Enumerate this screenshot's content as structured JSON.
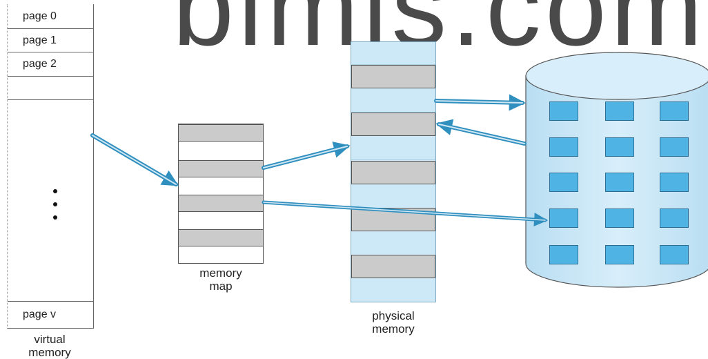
{
  "watermark": "bimls.com",
  "virtual_memory": {
    "pages": [
      "page 0",
      "page 1",
      "page 2"
    ],
    "last_page": "page v",
    "label_line1": "virtual",
    "label_line2": "memory"
  },
  "memory_map": {
    "label_line1": "memory",
    "label_line2": "map"
  },
  "physical_memory": {
    "label_line1": "physical",
    "label_line2": "memory"
  },
  "colors": {
    "frame_fill": "#cde9f7",
    "block_fill": "#4fb4e4",
    "cell_gray": "#cbcbcb",
    "arrow": "#2f8fbf"
  }
}
